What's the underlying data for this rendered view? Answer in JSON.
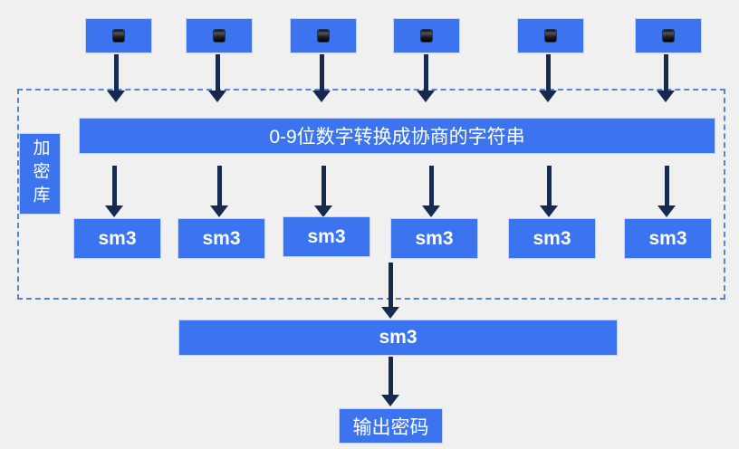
{
  "colors": {
    "background": "#f0f0f1",
    "box_blue": "#3c74f0",
    "box_border": "#c3d4f6",
    "arrow_navy": "#16294e",
    "dashed_border": "#5784db",
    "text": "#ffffff"
  },
  "library": {
    "label": "加密库"
  },
  "inputs": {
    "count": 6,
    "icon": "key-button-icon"
  },
  "transform_bar": {
    "label": "0-9位数字转换成协商的字符串"
  },
  "hash_row": {
    "items": [
      "sm3",
      "sm3",
      "sm3",
      "sm3",
      "sm3",
      "sm3"
    ]
  },
  "final_hash": {
    "label": "sm3"
  },
  "output": {
    "label": "输出密码"
  }
}
